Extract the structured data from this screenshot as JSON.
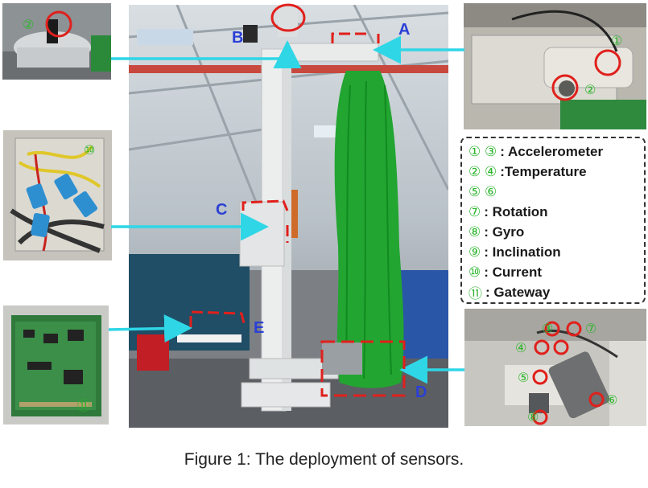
{
  "labels": {
    "a": "A",
    "b": "B",
    "c": "C",
    "d": "D",
    "e": "E"
  },
  "legend": [
    {
      "num": "① ③",
      "label": ": Accelerometer"
    },
    {
      "num": "② ④",
      "label": ":Temperature"
    },
    {
      "num": "⑤ ⑥",
      "label": ""
    },
    {
      "num": "⑦",
      "label": ": Rotation"
    },
    {
      "num": "⑧",
      "label": ": Gyro"
    },
    {
      "num": "⑨",
      "label": ": Inclination"
    },
    {
      "num": "⑩",
      "label": ": Current"
    },
    {
      "num": "⑪",
      "label": ": Gateway"
    }
  ],
  "markers": {
    "m1": "①",
    "m2": "②",
    "m3": "③",
    "m4": "④",
    "m5": "⑤",
    "m6": "⑥",
    "m7": "⑦",
    "m8": "⑧",
    "m9": "⑨",
    "m10": "⑩",
    "m11": "⑪"
  },
  "caption": "Figure 1: The deployment of sensors.",
  "colors": {
    "arrow": "#2fd6e6",
    "highlight": "#e0201c",
    "marker": "#2cb52c",
    "letter": "#2b3fd6",
    "brush": "#1ea12e"
  }
}
